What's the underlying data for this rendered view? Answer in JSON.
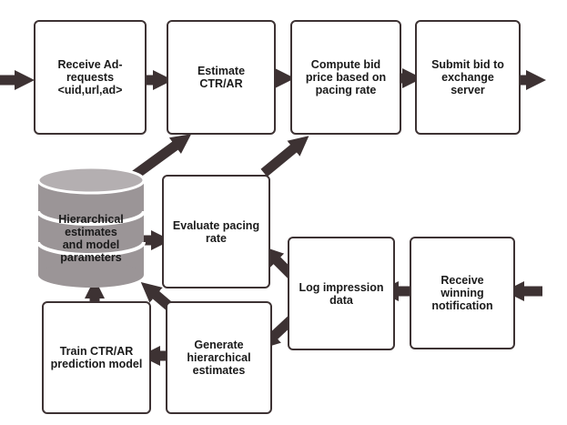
{
  "colors": {
    "arrow": "#3d3233",
    "box_border": "#3d3233",
    "db_body": "#9b9597",
    "db_band": "#ffffff"
  },
  "nodes": {
    "receive_ad_requests": "Receive Ad-\nrequests\n<uid,url,ad>",
    "estimate_ctr_ar": "Estimate\nCTR/AR",
    "compute_bid_price": "Compute bid\nprice based on\npacing rate",
    "submit_bid": "Submit bid to\nexchange\nserver",
    "hierarchical_estimates_db": "Hierarchical\nestimates\nand model\nparameters",
    "evaluate_pacing_rate": "Evaluate pacing\nrate",
    "log_impression_data": "Log impression\ndata",
    "receive_winning_notification": "Receive\nwinning\nnotification",
    "train_model": "Train CTR/AR\nprediction model",
    "generate_hierarchical_estimates": "Generate\nhierarchical\nestimates"
  }
}
